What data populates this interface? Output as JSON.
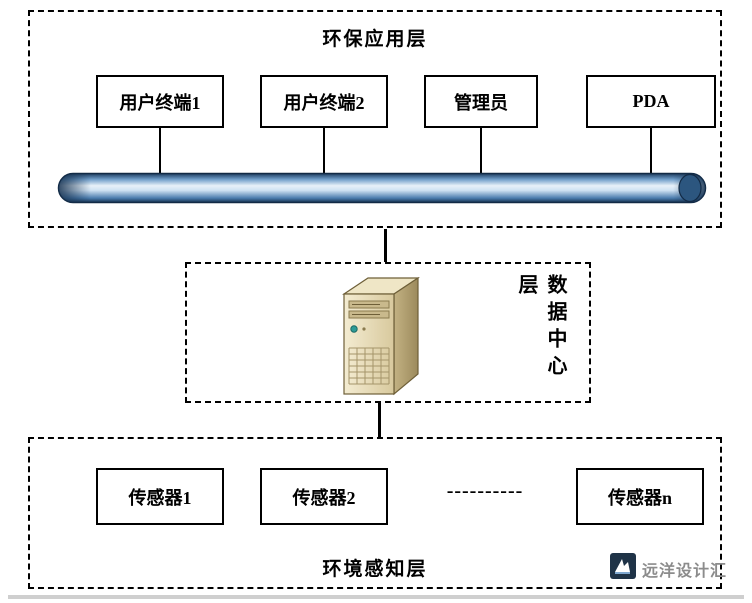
{
  "diagram": {
    "application_layer": {
      "title": "环保应用层",
      "nodes": [
        "用户终端1",
        "用户终端2",
        "管理员",
        "PDA"
      ]
    },
    "data_center_layer": {
      "title": "数据中心层"
    },
    "sensing_layer": {
      "title": "环境感知层",
      "nodes": [
        "传感器1",
        "传感器2",
        "传感器n"
      ],
      "ellipsis": "----------"
    },
    "watermark": {
      "text": "远洋设计汇"
    },
    "colors": {
      "outline": "#000000",
      "pipe_dark": "#16314f",
      "pipe_mid": "#6f9dc9",
      "pipe_light": "#e8f1f9",
      "server_front": "#e9dfbd",
      "server_side": "#9c8a5c",
      "power_light": "#2e9b96",
      "watermark_gray": "#8c8c8c",
      "divider_gray": "#cfcfcf"
    }
  }
}
